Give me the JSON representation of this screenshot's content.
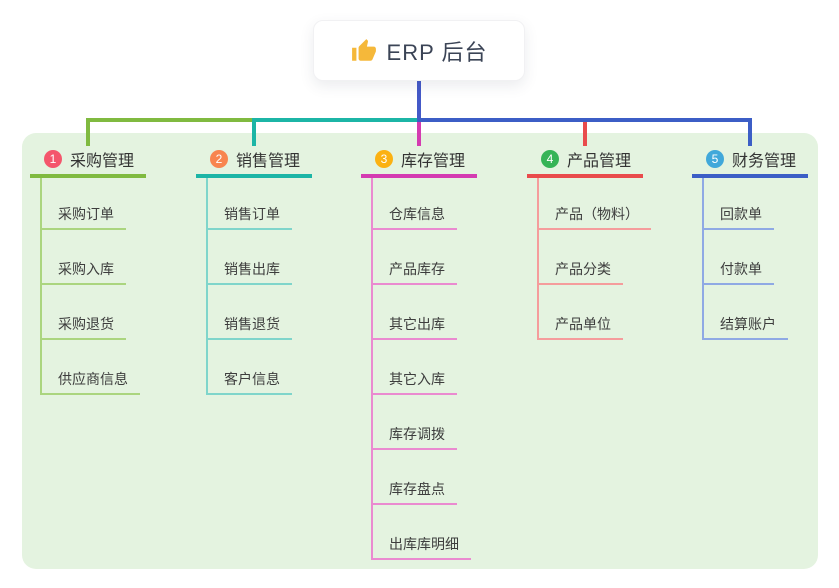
{
  "root": {
    "label": "ERP 后台",
    "icon": "thumbs-up-icon",
    "line_color": "#4459c8"
  },
  "panel": {
    "bg_color": "#e4f3e0"
  },
  "branches": [
    {
      "num": "1",
      "label": "采购管理",
      "badge_color": "#f4566c",
      "line_color": "#80ba40",
      "child_line_color": "#aBd57f",
      "children": [
        "采购订单",
        "采购入库",
        "采购退货",
        "供应商信息"
      ]
    },
    {
      "num": "2",
      "label": "销售管理",
      "badge_color": "#f8854f",
      "line_color": "#1cb5a6",
      "child_line_color": "#7fd5cb",
      "children": [
        "销售订单",
        "销售出库",
        "销售退货",
        "客户信息"
      ]
    },
    {
      "num": "3",
      "label": "库存管理",
      "badge_color": "#fbb112",
      "line_color": "#d43bb1",
      "child_line_color": "#ea8ad0",
      "children": [
        "仓库信息",
        "产品库存",
        "其它出库",
        "其它入库",
        "库存调拨",
        "库存盘点",
        "出库库明细"
      ]
    },
    {
      "num": "4",
      "label": "产品管理",
      "badge_color": "#36b457",
      "line_color": "#e94b4c",
      "child_line_color": "#f59c9c",
      "children": [
        "产品（物料）",
        "产品分类",
        "产品单位"
      ]
    },
    {
      "num": "5",
      "label": "财务管理",
      "badge_color": "#41a8da",
      "line_color": "#3c5ec6",
      "child_line_color": "#8fa9e4",
      "children": [
        "回款单",
        "付款单",
        "结算账户"
      ]
    }
  ]
}
